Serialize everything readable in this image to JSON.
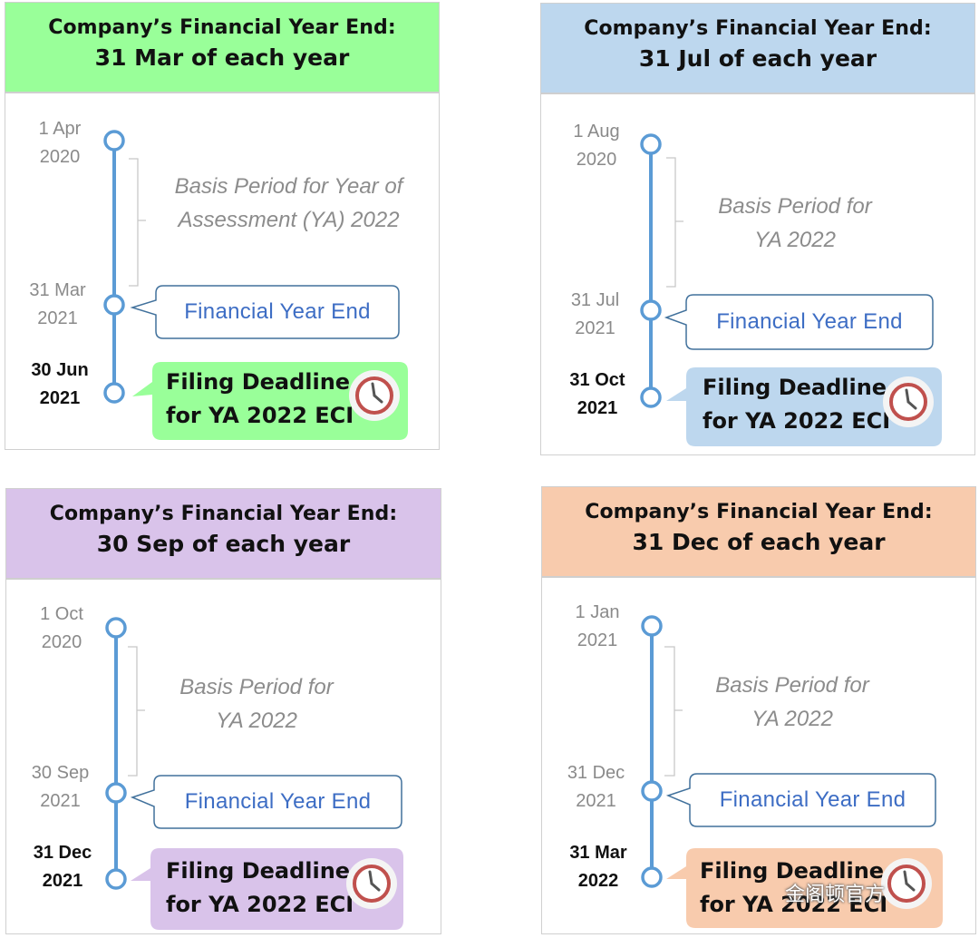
{
  "colors": {
    "timeline": "#5b9bd5",
    "bracket": "#c8c8c8",
    "callout_border": "#41719c",
    "clock_face": "#f4f4f4",
    "clock_ring": "#c0504d",
    "clock_hand": "#555555"
  },
  "panels": [
    {
      "header_color": "#99ff99",
      "deadline_color": "#99ff99",
      "header_line1": "Company’s Financial Year End:",
      "header_line2": "31 Mar of each year",
      "start_line1": "1 Apr",
      "start_line2": "2020",
      "basis_line1": "Basis Period for Year of",
      "basis_line2": "Assessment (YA) 2022",
      "fye_line1": "31 Mar",
      "fye_line2": "2021",
      "fye_callout": "Financial Year End",
      "deadline_line1": "30 Jun",
      "deadline_line2": "2021",
      "filing_line1": "Filing Deadline",
      "filing_line2": "for YA 2022 ECI",
      "clock_icon": "clock-icon"
    },
    {
      "header_color": "#bdd7ee",
      "deadline_color": "#bdd7ee",
      "header_line1": "Company’s Financial Year End:",
      "header_line2": "31 Jul of each year",
      "start_line1": "1 Aug",
      "start_line2": "2020",
      "basis_line1": "Basis Period for",
      "basis_line2": "YA 2022",
      "fye_line1": "31 Jul",
      "fye_line2": "2021",
      "fye_callout": "Financial Year End",
      "deadline_line1": "31 Oct",
      "deadline_line2": "2021",
      "filing_line1": "Filing Deadline",
      "filing_line2": "for YA 2022 ECI",
      "clock_icon": "clock-icon"
    },
    {
      "header_color": "#d9c3ea",
      "deadline_color": "#d9c3ea",
      "header_line1": "Company’s Financial Year End:",
      "header_line2": "30 Sep of each year",
      "start_line1": "1 Oct",
      "start_line2": "2020",
      "basis_line1": "Basis Period for",
      "basis_line2": "YA 2022",
      "fye_line1": "30 Sep",
      "fye_line2": "2021",
      "fye_callout": "Financial Year End",
      "deadline_line1": "31 Dec",
      "deadline_line2": "2021",
      "filing_line1": "Filing Deadline",
      "filing_line2": "for YA 2022 ECI",
      "clock_icon": "clock-icon"
    },
    {
      "header_color": "#f8cbad",
      "deadline_color": "#f8cbad",
      "header_line1": "Company’s Financial Year End:",
      "header_line2": "31 Dec of each year",
      "start_line1": "1 Jan",
      "start_line2": "2021",
      "basis_line1": "Basis Period for",
      "basis_line2": "YA 2022",
      "fye_line1": "31 Dec",
      "fye_line2": "2021",
      "fye_callout": "Financial Year End",
      "deadline_line1": "31 Mar",
      "deadline_line2": "2022",
      "filing_line1": "Filing Deadline",
      "filing_line2": "for YA 2022 ECI",
      "clock_icon": "clock-icon"
    }
  ],
  "watermark": "金阁顿官方"
}
